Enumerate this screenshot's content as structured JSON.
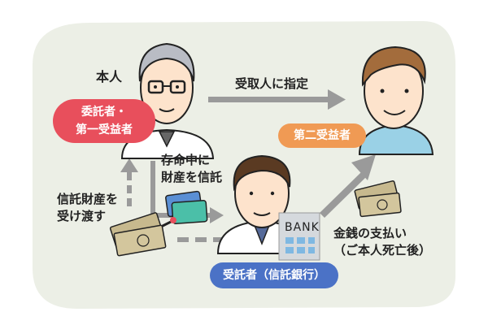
{
  "labels": {
    "self": "本人",
    "designate": "受取人に指定",
    "settlor_line1": "委託者・",
    "settlor_line2": "第一受益者",
    "beneficiary2": "第二受益者",
    "during_life_line1": "存命中に",
    "during_life_line2": "財産を信託",
    "transfer_line1": "信託財産を",
    "transfer_line2": "受け渡す",
    "payment_line1": "金銭の支払い",
    "payment_line2": "（ご本人死亡後）",
    "bank": "BANK",
    "trustee": "受託者（信託銀行）"
  },
  "colors": {
    "background_blob": "#ecefe6",
    "settlor_pill": "#e84f5c",
    "beneficiary_pill": "#f09a54",
    "trustee_pill": "#4b72c6",
    "arrow": "#9a9a9a",
    "money": "#c7b98e",
    "card_teal": "#4bbfa8",
    "card_blue": "#5a8fd4"
  },
  "icons": [
    "settlor-man-icon",
    "beneficiary-man-icon",
    "banker-man-icon",
    "bank-building-icon",
    "money-icon",
    "card-icon",
    "arrow-icon"
  ]
}
